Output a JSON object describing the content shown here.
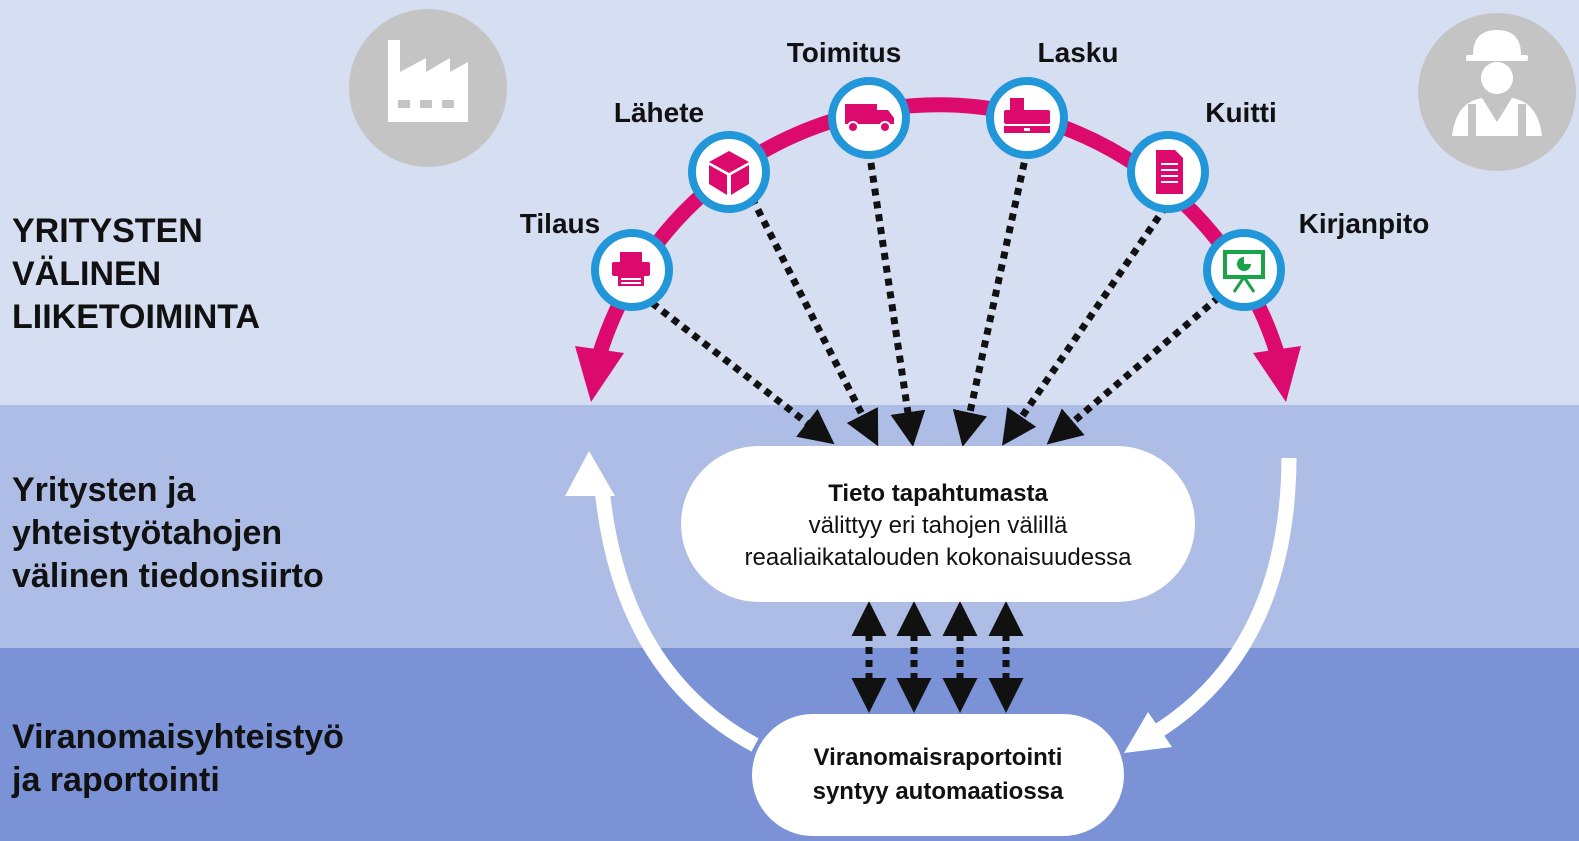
{
  "zones": {
    "top": "YRITYSTEN\nVÄLINEN\nLIIKETOIMINTA",
    "middle": "Yritysten ja\nyhteistyötahojen\nvälinen tiedonsiirto",
    "bottom": "Viranomaisyhteistyö\nja raportointi"
  },
  "steps": [
    {
      "label": "Tilaus",
      "icon": "printer-icon"
    },
    {
      "label": "Lähete",
      "icon": "package-icon"
    },
    {
      "label": "Toimitus",
      "icon": "truck-icon"
    },
    {
      "label": "Lasku",
      "icon": "cash-register-icon"
    },
    {
      "label": "Kuitti",
      "icon": "receipt-icon"
    },
    {
      "label": "Kirjanpito",
      "icon": "presentation-chart-icon"
    }
  ],
  "actors": {
    "left": "factory-icon",
    "right": "worker-icon"
  },
  "info_box": {
    "title": "Tieto tapahtumasta",
    "line2": "välittyy eri tahojen välillä",
    "line3": "reaaliaikatalouden kokonaisuudessa"
  },
  "report_box": {
    "line1": "Viranomaisraportointi",
    "line2": "syntyy automaatiossa"
  },
  "colors": {
    "arc": "#dd0a6e",
    "node_ring": "#2196d8",
    "icon_fill": "#dd0a6e",
    "chart_icon": "#1aa34a",
    "actor_circle": "#c4c4c4",
    "band_top": "#d6def2",
    "band_mid": "#aebde6",
    "band_bot": "#7b92d6"
  }
}
